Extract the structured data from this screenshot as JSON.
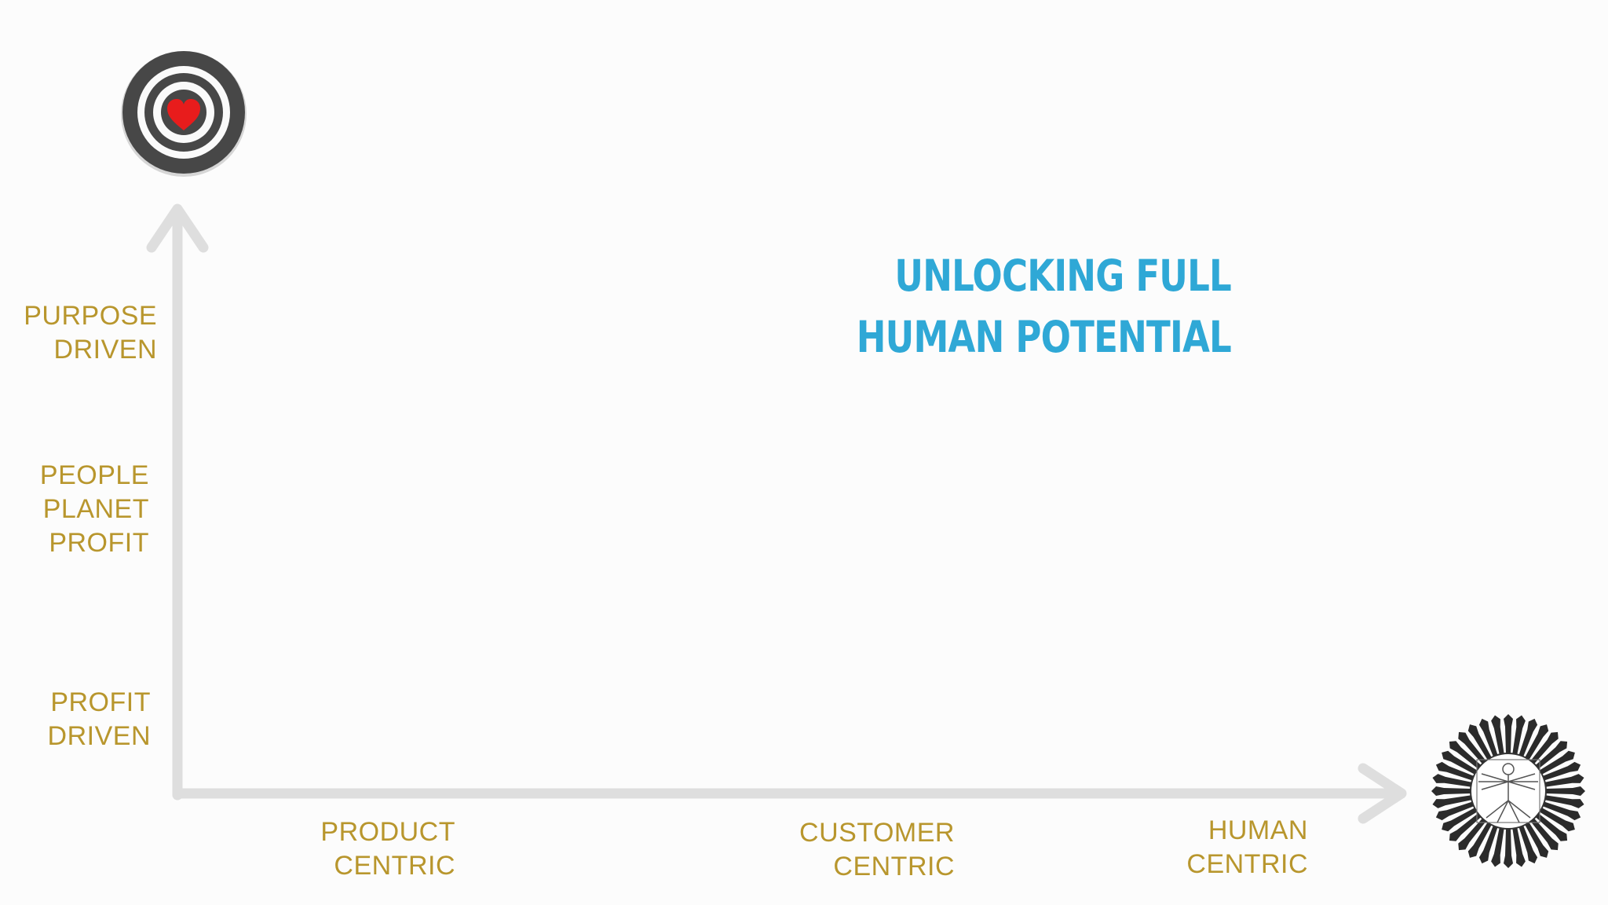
{
  "title": {
    "line1": "UNLOCKING FULL",
    "line2": "HUMAN POTENTIAL"
  },
  "y_axis_labels": [
    {
      "lines": [
        "PURPOSE",
        "DRIVEN"
      ]
    },
    {
      "lines": [
        "PEOPLE",
        "PLANET",
        "PROFIT"
      ]
    },
    {
      "lines": [
        "PROFIT",
        "DRIVEN"
      ]
    }
  ],
  "x_axis_labels": [
    {
      "lines": [
        "PRODUCT",
        "CENTRIC"
      ]
    },
    {
      "lines": [
        "CUSTOMER",
        "CENTRIC"
      ]
    },
    {
      "lines": [
        "HUMAN",
        "CENTRIC"
      ]
    }
  ],
  "icons": {
    "top": "target-heart-icon",
    "right": "vitruvian-hands-icon"
  },
  "colors": {
    "label": "#b8962d",
    "title": "#2fa8d6",
    "axis": "#dedede",
    "heart": "#e81c1c"
  }
}
